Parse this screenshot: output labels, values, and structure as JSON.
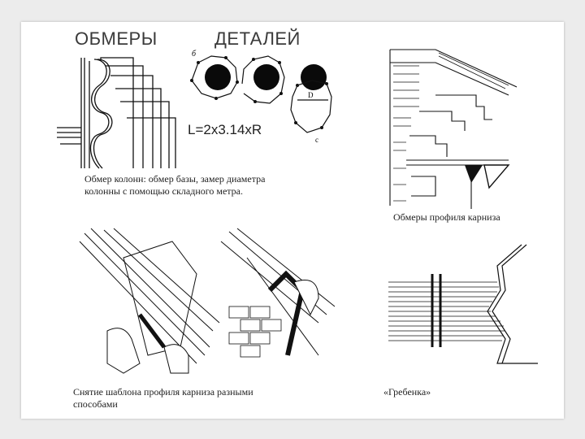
{
  "slide": {
    "title_left": "ОБМЕРЫ",
    "title_right": "ДЕТАЛЕЙ",
    "formula": "L=2x3.14xR",
    "labels": {
      "b": "б",
      "d": "D",
      "c": "с"
    }
  },
  "captions": {
    "columns_line1": "Обмер колонн:  обмер базы, замер диаметра",
    "columns_line2": "колонны  с помощью складного метра.",
    "cornice": "Обмеры профиля карниза",
    "template_line1": "Снятие шаблона профиля карниза разными",
    "template_line2": "способами",
    "comb": "«Гребенка»"
  }
}
